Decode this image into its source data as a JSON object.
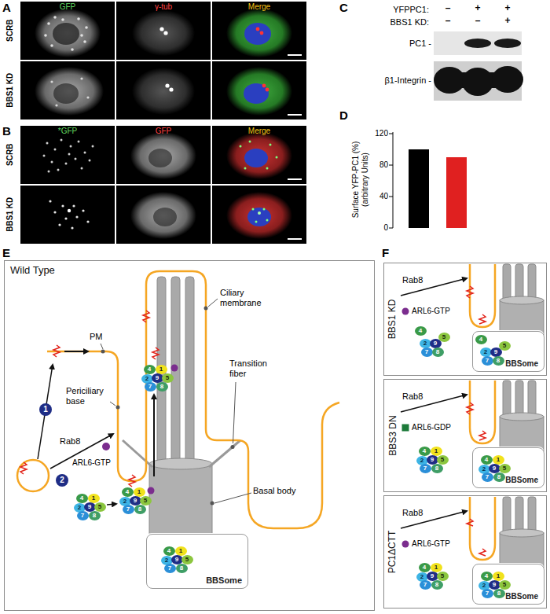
{
  "diagram": {
    "nodes": [
      {
        "text": [
          "Wild Type"
        ]
      },
      {
        "text": [
          "1"
        ],
        "in": 0
      },
      {
        "text": [
          "2"
        ],
        "in": 0
      },
      {
        "text": [
          "4"
        ],
        "in": 0
      },
      {
        "text": [
          "1"
        ],
        "in": 0
      },
      {
        "text": [
          "2"
        ],
        "in": 0
      },
      {
        "text": [
          "9"
        ],
        "in": 0
      },
      {
        "text": [
          "5"
        ],
        "in": 0
      },
      {
        "text": [
          "7"
        ],
        "in": 0
      },
      {
        "text": [
          "8"
        ],
        "in": 0
      },
      {
        "text": [
          "4"
        ],
        "in": 0
      },
      {
        "text": [
          "1"
        ],
        "in": 0
      },
      {
        "text": [
          "2"
        ],
        "in": 0
      },
      {
        "text": [
          "9"
        ],
        "in": 0
      },
      {
        "text": [
          "5"
        ],
        "in": 0
      },
      {
        "text": [
          "7"
        ],
        "in": 0
      },
      {
        "text": [
          "8"
        ],
        "in": 0
      },
      {
        "text": [
          "4"
        ],
        "in": 0
      },
      {
        "text": [
          "1"
        ],
        "in": 0
      },
      {
        "text": [
          "2"
        ],
        "in": 0
      },
      {
        "text": [
          "9"
        ],
        "in": 0
      },
      {
        "text": [
          "5"
        ],
        "in": 0
      },
      {
        "text": [
          "7"
        ],
        "in": 0
      },
      {
        "text": [
          "8"
        ],
        "in": 0
      },
      {
        "text": [
          "BBSome"
        ],
        "in": 0
      },
      {
        "text": [
          "4"
        ],
        "in": 24
      },
      {
        "text": [
          "1"
        ],
        "in": 24
      },
      {
        "text": [
          "2"
        ],
        "in": 24
      },
      {
        "text": [
          "9"
        ],
        "in": 24
      },
      {
        "text": [
          "5"
        ],
        "in": 24
      },
      {
        "text": [
          "7"
        ],
        "in": 24
      },
      {
        "text": [
          "8"
        ],
        "in": 24
      },
      {
        "text": [
          "BBS1 KD"
        ]
      },
      {
        "text": [
          "4"
        ],
        "in": 32
      },
      {
        "text": [
          "2"
        ],
        "in": 32
      },
      {
        "text": [
          "9"
        ],
        "in": 32
      },
      {
        "text": [
          "5"
        ],
        "in": 32
      },
      {
        "text": [
          "7"
        ],
        "in": 32
      },
      {
        "text": [
          "8"
        ],
        "in": 32
      },
      {
        "text": [
          "BBSome"
        ],
        "in": 32
      },
      {
        "text": [
          "4"
        ],
        "in": 39
      },
      {
        "text": [
          "2"
        ],
        "in": 39
      },
      {
        "text": [
          "9"
        ],
        "in": 39
      },
      {
        "text": [
          "5"
        ],
        "in": 39
      },
      {
        "text": [
          "7"
        ],
        "in": 39
      },
      {
        "text": [
          "8"
        ],
        "in": 39
      },
      {
        "text": [
          "BBS3 DN"
        ]
      },
      {
        "text": [
          "4"
        ],
        "in": 46
      },
      {
        "text": [
          "1"
        ],
        "in": 46
      },
      {
        "text": [
          "2"
        ],
        "in": 46
      },
      {
        "text": [
          "9"
        ],
        "in": 46
      },
      {
        "text": [
          "5"
        ],
        "in": 46
      },
      {
        "text": [
          "7"
        ],
        "in": 46
      },
      {
        "text": [
          "8"
        ],
        "in": 46
      },
      {
        "text": [
          "BBSome"
        ],
        "in": 46
      },
      {
        "text": [
          "4"
        ],
        "in": 54
      },
      {
        "text": [
          "1"
        ],
        "in": 54
      },
      {
        "text": [
          "2"
        ],
        "in": 54
      },
      {
        "text": [
          "9"
        ],
        "in": 54
      },
      {
        "text": [
          "5"
        ],
        "in": 54
      },
      {
        "text": [
          "7"
        ],
        "in": 54
      },
      {
        "text": [
          "8"
        ],
        "in": 54
      },
      {
        "text": [
          "PC1ΔCTT"
        ]
      },
      {
        "text": [
          "4"
        ],
        "in": 62
      },
      {
        "text": [
          "1"
        ],
        "in": 62
      },
      {
        "text": [
          "2"
        ],
        "in": 62
      },
      {
        "text": [
          "9"
        ],
        "in": 62
      },
      {
        "text": [
          "5"
        ],
        "in": 62
      },
      {
        "text": [
          "7"
        ],
        "in": 62
      },
      {
        "text": [
          "8"
        ],
        "in": 62
      },
      {
        "text": [
          "BBSome"
        ],
        "in": 62
      },
      {
        "text": [
          "4"
        ],
        "in": 70
      },
      {
        "text": [
          "1"
        ],
        "in": 70
      },
      {
        "text": [
          "2"
        ],
        "in": 70
      },
      {
        "text": [
          "9"
        ],
        "in": 70
      },
      {
        "text": [
          "5"
        ],
        "in": 70
      },
      {
        "text": [
          "7"
        ],
        "in": 70
      },
      {
        "text": [
          "8"
        ],
        "in": 70
      }
    ],
    "labels": [
      "A",
      "SCRB",
      "BBS1 KD",
      "GFP",
      "γ-tub",
      "Merge",
      "B",
      "SCRB",
      "BBS1 KD",
      "*GFP",
      "GFP",
      "Merge",
      "C",
      "YFPPC1:",
      "–",
      "+",
      "+",
      "BBS1 KD:",
      "–",
      "–",
      "+",
      "PC1 -",
      "β1-Integrin -",
      "D",
      "Surface YFP-PC1 (%) (arbitrary Units)",
      "120",
      "80",
      "40",
      "0",
      "E",
      "Ciliary membrane",
      "PM",
      "Periciliary base",
      "Transition fiber",
      "Basal body",
      "Rab8",
      "ARL6-GTP",
      "F",
      "Rab8",
      "ARL6-GTP",
      "Rab8",
      "ARL6-GDP",
      "Rab8",
      "ARL6-GTP"
    ]
  }
}
